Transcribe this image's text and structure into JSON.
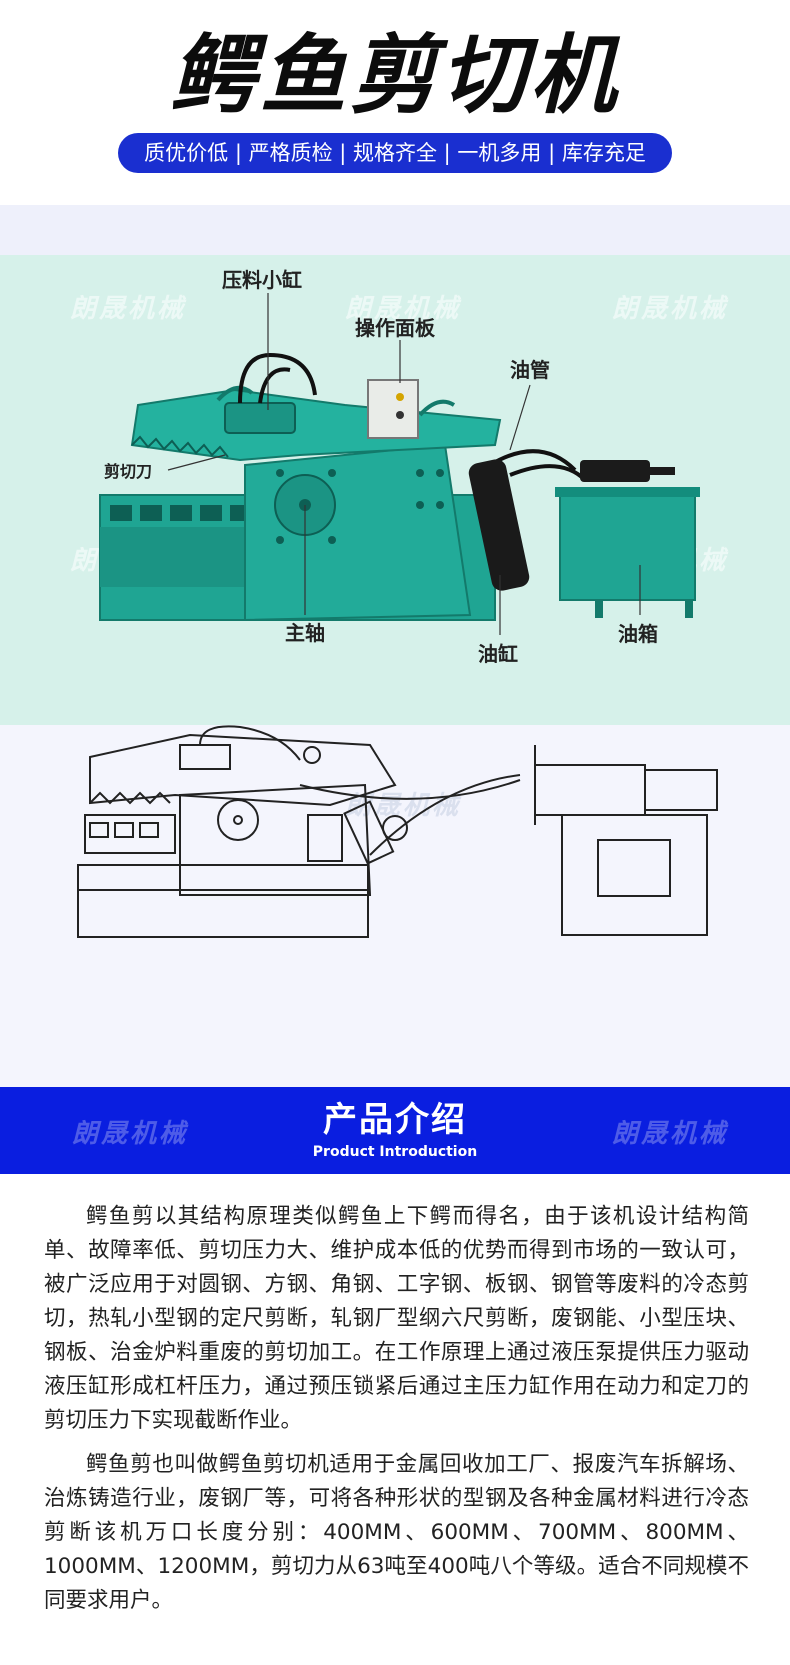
{
  "header": {
    "title": "鳄鱼剪切机",
    "tagline": "质优价低 | 严格质检 | 规格齐全 | 一机多用 | 库存充足"
  },
  "watermark": "朗晟机械",
  "diagram": {
    "labels": {
      "press_cylinder": "压料小缸",
      "control_panel": "操作面板",
      "oil_pipe": "油管",
      "blade": "剪切刀",
      "main_shaft": "主轴",
      "oil_cylinder": "油缸",
      "oil_tank": "油箱"
    }
  },
  "intro": {
    "title": "产品介绍",
    "subtitle": "Product Introduction",
    "paragraphs": [
      "鳄鱼剪以其结构原理类似鳄鱼上下鳄而得名，由于该机设计结构简单、故障率低、剪切压力大、维护成本低的优势而得到市场的一致认可，被广泛应用于对圆钢、方钢、角钢、工字钢、板钢、钢管等废料的冷态剪切，热轧小型钢的定尺剪断，轧钢厂型纲六尺剪断，废钢能、小型压块、钢板、治金炉料重废的剪切加工。在工作原理上通过液压泵提供压力驱动液压缸形成杠杆压力，通过预压锁紧后通过主压力缸作用在动力和定刀的剪切压力下实现截断作业。",
      "鳄鱼剪也叫做鳄鱼剪切机适用于金属回收加工厂、报废汽车拆解场、治炼铸造行业，废钢厂等，可将各种形状的型钢及各种金属材料进行冷态剪断该机万口长度分别：400MM、600MM、700MM、800MM、1000MM、1200MM，剪切力从63吨至400吨八个等级。适合不同规模不同要求用户。"
    ]
  },
  "colors": {
    "tagline_bg": "#1a2fd0",
    "banner_bg": "#0a1ee0",
    "machine_teal": "#1fa593",
    "photo_bg": "#d6f1ea"
  }
}
